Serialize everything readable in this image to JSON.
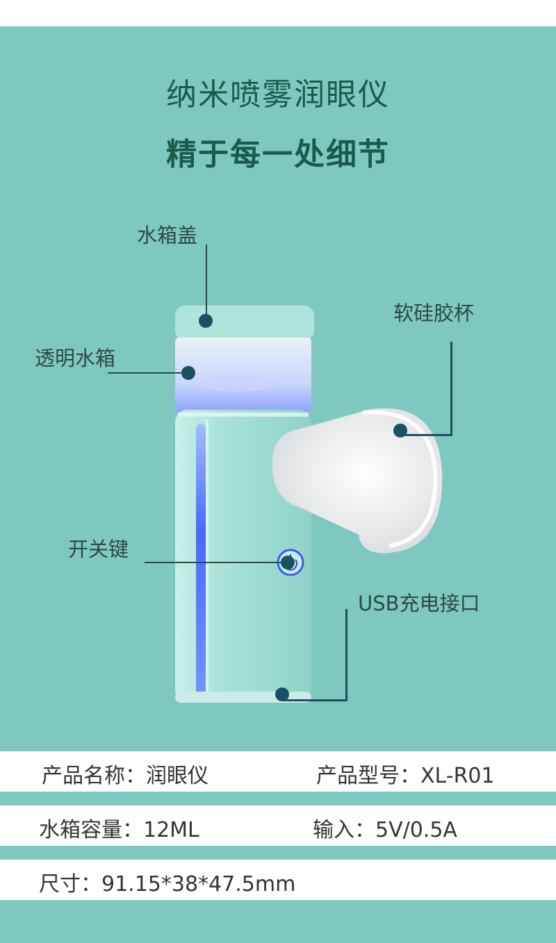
{
  "header": {
    "title": "纳米喷雾润眼仪",
    "subtitle": "精于每一处细节"
  },
  "callouts": {
    "tank_lid": "水箱盖",
    "transparent_tank": "透明水箱",
    "silicone_cup": "软硅胶杯",
    "power_key": "开关键",
    "usb_port": "USB充电接口"
  },
  "specs": {
    "product_name": "产品名称：润眼仪",
    "product_model": "产品型号：XL-R01",
    "capacity": "水箱容量：12ML",
    "input": "输入：5V/0.5A",
    "size": "尺寸：91.15*38*47.5mm"
  },
  "colors": {
    "background": "#7ec8bf",
    "title": "#1b5a4d",
    "marker": "#1a5162",
    "device_body": "#a9e2d9",
    "led": "#3b5bff"
  }
}
